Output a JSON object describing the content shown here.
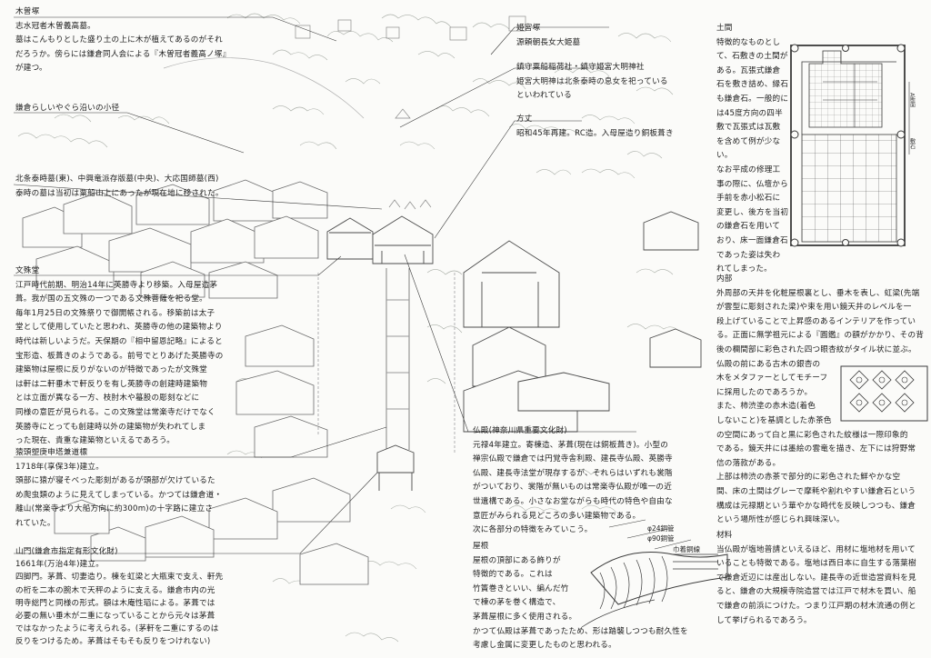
{
  "notes": {
    "kisozuka": {
      "title": "木曽塚",
      "body": [
        "志水冠者木曽義高墓。",
        "墓はこんもりとした盛り土の上に木が植えてあるのがそれ",
        "だろうか。傍らには鎌倉同人会による『木曽冠者義高ノ塚』",
        "が建つ。"
      ]
    },
    "komichi": {
      "title": "鎌倉らしいやぐら沿いの小径",
      "body": []
    },
    "hojo": {
      "title": "北条泰時墓(東)、中興竜派存版墓(中央)、大応国師墓(西)",
      "body": [
        "泰時の墓は当初は粟船山上にあったが現在地に移された。"
      ]
    },
    "monjudo": {
      "title": "文殊堂",
      "body": [
        "江戸時代前期、明治14年に英勝寺より移築。入母屋造茅",
        "葺。我が国の五文殊の一つである文殊菩薩を祀る堂。",
        "毎年1月25日の文殊祭りで御開帳される。移築前は太子",
        "堂として使用していたと思われ、英勝寺の他の建築物より",
        "時代は新しいようだ。天保期の『相中留恩記略』によると",
        "宝形造、板葺きのようである。前号でとりあげた英勝寺の",
        "建築物は屋根に反りがないのが特徴であったが文殊堂",
        "は軒は二軒垂木で軒反りを有し英勝寺の創建時建築物",
        "とは立面が異なる一方、枝肘木や蟇股の彫刻などに",
        "同様の意匠が見られる。この文殊堂は常楽寺だけでなく",
        "英勝寺にとっても創建時以外の建築物が失われてしま",
        "った現在、貴重な建築物といえるであろう。"
      ]
    },
    "saruzuka": {
      "title": "猿頭塑庚申塔兼道標",
      "body": [
        "1718年(享保3年)建立。",
        "頭部に猿が寝そべった彫刻があるが頭部が欠けているた",
        "め爬虫類のように見えてしまっている。かつては鎌倉道・",
        "離山(常楽寺より大船方向に約300m)の十字路に建立さ",
        "れていた。"
      ]
    },
    "sanmon": {
      "title": "山門(鎌倉市指定有形文化財)",
      "body": [
        "1661年(万治4年)建立。",
        "四脚門。茅葺、切妻造り。棟を虹梁と大瓶束で支え、軒先",
        "の桁を二本の腕木で天秤のように支える。鎌倉市内の光",
        "明寺総門と同様の形式。額は木庵性瑫による。茅葺では",
        "必要の無い垂木が二重になっていることから元々は茅葺",
        "ではなかったように考えられる。(茅軒を二重にするのは",
        "反りをつけるため。茅葺はそもそも反りをつけれない)"
      ]
    },
    "himezuka": {
      "title": "姫宮塚",
      "body": [
        "源頼朝長女大姫墓"
      ]
    },
    "inari": {
      "title": "鎮守粟船稲荷社・鎮守姫宮大明神社",
      "body": [
        "姫宮大明神は北条泰時の息女を祀っている",
        "といわれている"
      ]
    },
    "hojo_hall": {
      "title": "方丈",
      "body": [
        "昭和45年再建。RC造。入母屋造り銅板葺き"
      ]
    },
    "butsuden": {
      "title": "仏殿(神奈川県重要文化財)",
      "body": [
        "元禄4年建立。寄棟造、茅葺(現在は銅板葺き)。小型の",
        "禅宗仏殿で鎌倉では円覚寺舎利殿、建長寺仏殿、英勝寺",
        "仏殿、建長寺法堂が現存するが、それらはいずれも裳階",
        "がついており、裳階が無いものは常楽寺仏殿が唯一の近",
        "世遺構である。小さなお堂ながらも時代の特色や自由な",
        "意匠がみられる見どころの多い建築物である。",
        "次に各部分の特徴をみていこう。"
      ]
    },
    "yane": {
      "title": "屋根",
      "body": [
        "屋根の頂部にある飾りが",
        "特徴的である。これは",
        "竹簀巻きといい、編んだ竹",
        "で棟の茅を巻く構造で、",
        "茅葺屋根に多く使用される。",
        "かつて仏殿は茅葺であったため、形は踏襲しつつも耐久性を",
        "考慮し金属に変更したものと思われる。"
      ]
    },
    "doma": {
      "title": "土間",
      "body": [
        "特徴的なものとし",
        "て、石敷きの土間が",
        "ある。瓦張式鎌倉",
        "石を敷き詰め、縁石",
        "も鎌倉石。一般的に",
        "は45度方向の四半",
        "敷で瓦張式は瓦敷",
        "を含めて例が少な",
        "い。",
        "なお平成の修理工",
        "事の際に、仏壇から",
        "手前を赤小松石に",
        "変更し、後方を当初",
        "の鎌倉石を用いて",
        "おり、床一面鎌倉石",
        "であった姿は失わ",
        "れてしまった。"
      ]
    },
    "naibu": {
      "title": "内部",
      "body": [
        "外周部の天井を化粧屋根裏とし、垂木を表し、虹梁(先端",
        "が雲型に彫刻された梁)や束を用い鏡天井のレベルを一",
        "段上げていることで上昇感のあるインテリアを作ってい",
        "る。正面に無学祖元による『圓鑑』の額がかかり、その背",
        "後の欄間部に彩色された四つ眼杏紋がタイル状に並ぶ。",
        "仏殿の前にある古木の銀杏の",
        "木をメタファーとしてモチーフ",
        "に採用したのであろうか。",
        "また、柿渋塗の赤木造(着色",
        "しないこと)を基調とした赤茶色",
        "の空間にあって白と黒に彩色された紋様は一際印象的",
        "である。鏡天井には墨絵の雲竜を描き、左下には狩野常",
        "信の落款がある。",
        "上部は柿渋の赤茶で部分的に彩色された鮮やかな空",
        "間、床の土間はグレーで摩耗や割れやすい鎌倉石という",
        "構成は元禄期という華やかな時代を反映しつつも、鎌倉",
        "という場所性が感じられ興味深い。"
      ]
    },
    "zairyo": {
      "title": "材料",
      "body": [
        "当仏殿が塩地普請といえるほど、用材に塩地材を用いて",
        "いることも特徴である。塩地は西日本に自生する落葉樹",
        "で鎌倉近辺には産出しない。建長寺の近世造営資料を見",
        "ると、鎌倉の大規模寺院造営では江戸で材木を買い、船",
        "で鎌倉の前浜につけた。つまり江戸期の材木流通の例と",
        "して挙げられるであろう。"
      ]
    }
  },
  "labels": {
    "pipe1": "φ24銅管",
    "pipe2": "φ90銅管",
    "pipe3": "巾着銅線",
    "plan_section": "A断面",
    "plan_flagstone": "敷石"
  }
}
